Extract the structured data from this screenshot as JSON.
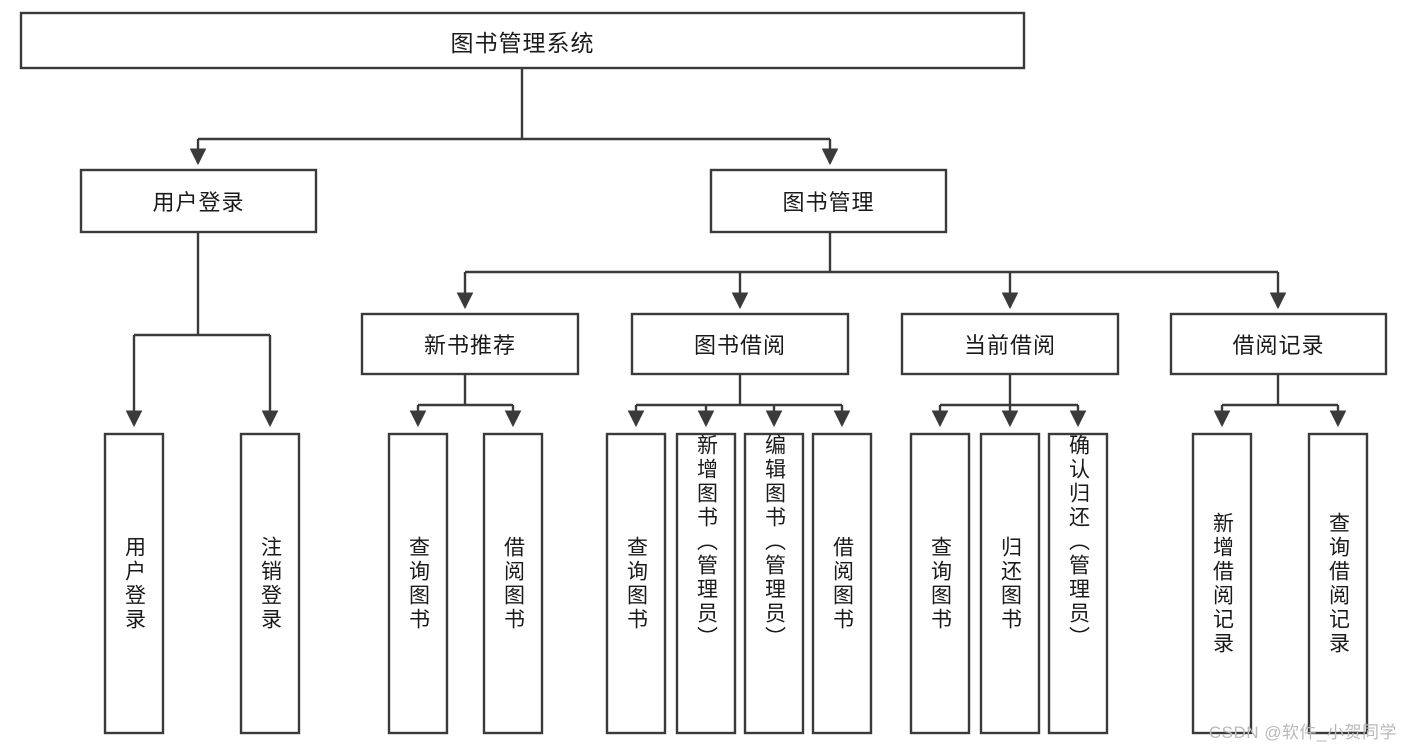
{
  "diagram": {
    "type": "tree-hierarchy",
    "title": "图书管理系统",
    "watermark": "CSDN @软件_小贺同学",
    "colors": {
      "stroke": "#3a3a3a",
      "fill": "#ffffff",
      "text": "#1a1a1a",
      "watermark": "#b9b9b9"
    },
    "nodes": {
      "root": {
        "label": "图书管理系统",
        "level": 1,
        "orientation": "horizontal"
      },
      "l2": [
        {
          "label": "用户登录",
          "level": 2,
          "orientation": "horizontal"
        },
        {
          "label": "图书管理",
          "level": 2,
          "orientation": "horizontal"
        }
      ],
      "l3": [
        {
          "label": "新书推荐",
          "level": 3,
          "orientation": "horizontal"
        },
        {
          "label": "图书借阅",
          "level": 3,
          "orientation": "horizontal"
        },
        {
          "label": "当前借阅",
          "level": 3,
          "orientation": "horizontal"
        },
        {
          "label": "借阅记录",
          "level": 3,
          "orientation": "horizontal"
        }
      ],
      "leaves": {
        "user_login": [
          {
            "label": "用户登录",
            "orientation": "vertical"
          },
          {
            "label": "注销登录",
            "orientation": "vertical"
          }
        ],
        "new_book": [
          {
            "label": "查询图书",
            "orientation": "vertical"
          },
          {
            "label": "借阅图书",
            "orientation": "vertical"
          }
        ],
        "book_borrow": [
          {
            "label": "查询图书",
            "orientation": "vertical"
          },
          {
            "label": "新增图书（管理员）",
            "orientation": "vertical"
          },
          {
            "label": "编辑图书（管理员）",
            "orientation": "vertical"
          },
          {
            "label": "借阅图书",
            "orientation": "vertical"
          }
        ],
        "current_borrow": [
          {
            "label": "查询图书",
            "orientation": "vertical"
          },
          {
            "label": "归还图书",
            "orientation": "vertical"
          },
          {
            "label": "确认归还（管理员）",
            "orientation": "vertical"
          }
        ],
        "borrow_record": [
          {
            "label": "新增借阅记录",
            "orientation": "vertical"
          },
          {
            "label": "查询借阅记录",
            "orientation": "vertical"
          }
        ]
      }
    },
    "edges": [
      {
        "from": "图书管理系统",
        "to": "用户登录"
      },
      {
        "from": "图书管理系统",
        "to": "图书管理"
      },
      {
        "from": "图书管理",
        "to": "新书推荐"
      },
      {
        "from": "图书管理",
        "to": "图书借阅"
      },
      {
        "from": "图书管理",
        "to": "当前借阅"
      },
      {
        "from": "图书管理",
        "to": "借阅记录"
      },
      {
        "from": "用户登录",
        "to": "用户登录"
      },
      {
        "from": "用户登录",
        "to": "注销登录"
      },
      {
        "from": "新书推荐",
        "to": "查询图书"
      },
      {
        "from": "新书推荐",
        "to": "借阅图书"
      },
      {
        "from": "图书借阅",
        "to": "查询图书"
      },
      {
        "from": "图书借阅",
        "to": "新增图书（管理员）"
      },
      {
        "from": "图书借阅",
        "to": "编辑图书（管理员）"
      },
      {
        "from": "图书借阅",
        "to": "借阅图书"
      },
      {
        "from": "当前借阅",
        "to": "查询图书"
      },
      {
        "from": "当前借阅",
        "to": "归还图书"
      },
      {
        "from": "当前借阅",
        "to": "确认归还（管理员）"
      },
      {
        "from": "借阅记录",
        "to": "新增借阅记录"
      },
      {
        "from": "借阅记录",
        "to": "查询借阅记录"
      }
    ]
  }
}
